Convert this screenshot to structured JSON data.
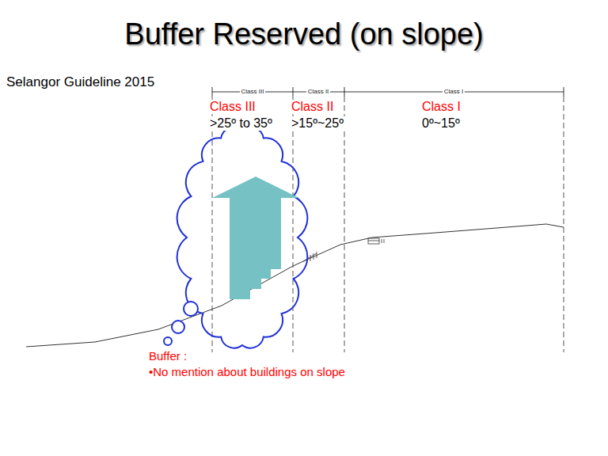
{
  "diagram": {
    "title": "Buffer Reserved (on slope)",
    "labels": [
      "Selangor Guideline 2015",
      "Class III",
      "Class II",
      "Class I",
      "Class III",
      ">25º to 35º",
      "Class II",
      ">15º~25º",
      "Class I",
      "0º~15º",
      "Buffer :",
      "•No mention about buildings on slope"
    ]
  }
}
